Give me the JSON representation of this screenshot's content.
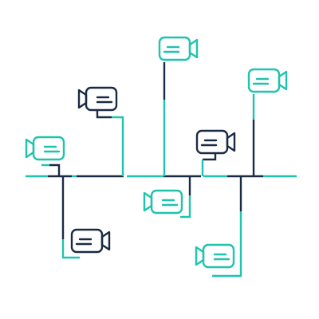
{
  "colors": {
    "teal": "#1fc3ae",
    "navy": "#1b2a44",
    "background": "#ffffff"
  },
  "icons": {
    "camera": "video-camera-icon"
  },
  "cameras": [
    {
      "id": "top-center",
      "color": "teal",
      "facing": "right"
    },
    {
      "id": "upper-left",
      "color": "navy",
      "facing": "left"
    },
    {
      "id": "top-right",
      "color": "teal",
      "facing": "right"
    },
    {
      "id": "far-left",
      "color": "teal",
      "facing": "left"
    },
    {
      "id": "center-right",
      "color": "navy",
      "facing": "right"
    },
    {
      "id": "lower-center",
      "color": "teal",
      "facing": "left"
    },
    {
      "id": "lower-left",
      "color": "navy",
      "facing": "right"
    },
    {
      "id": "bottom-right",
      "color": "teal",
      "facing": "left"
    }
  ]
}
